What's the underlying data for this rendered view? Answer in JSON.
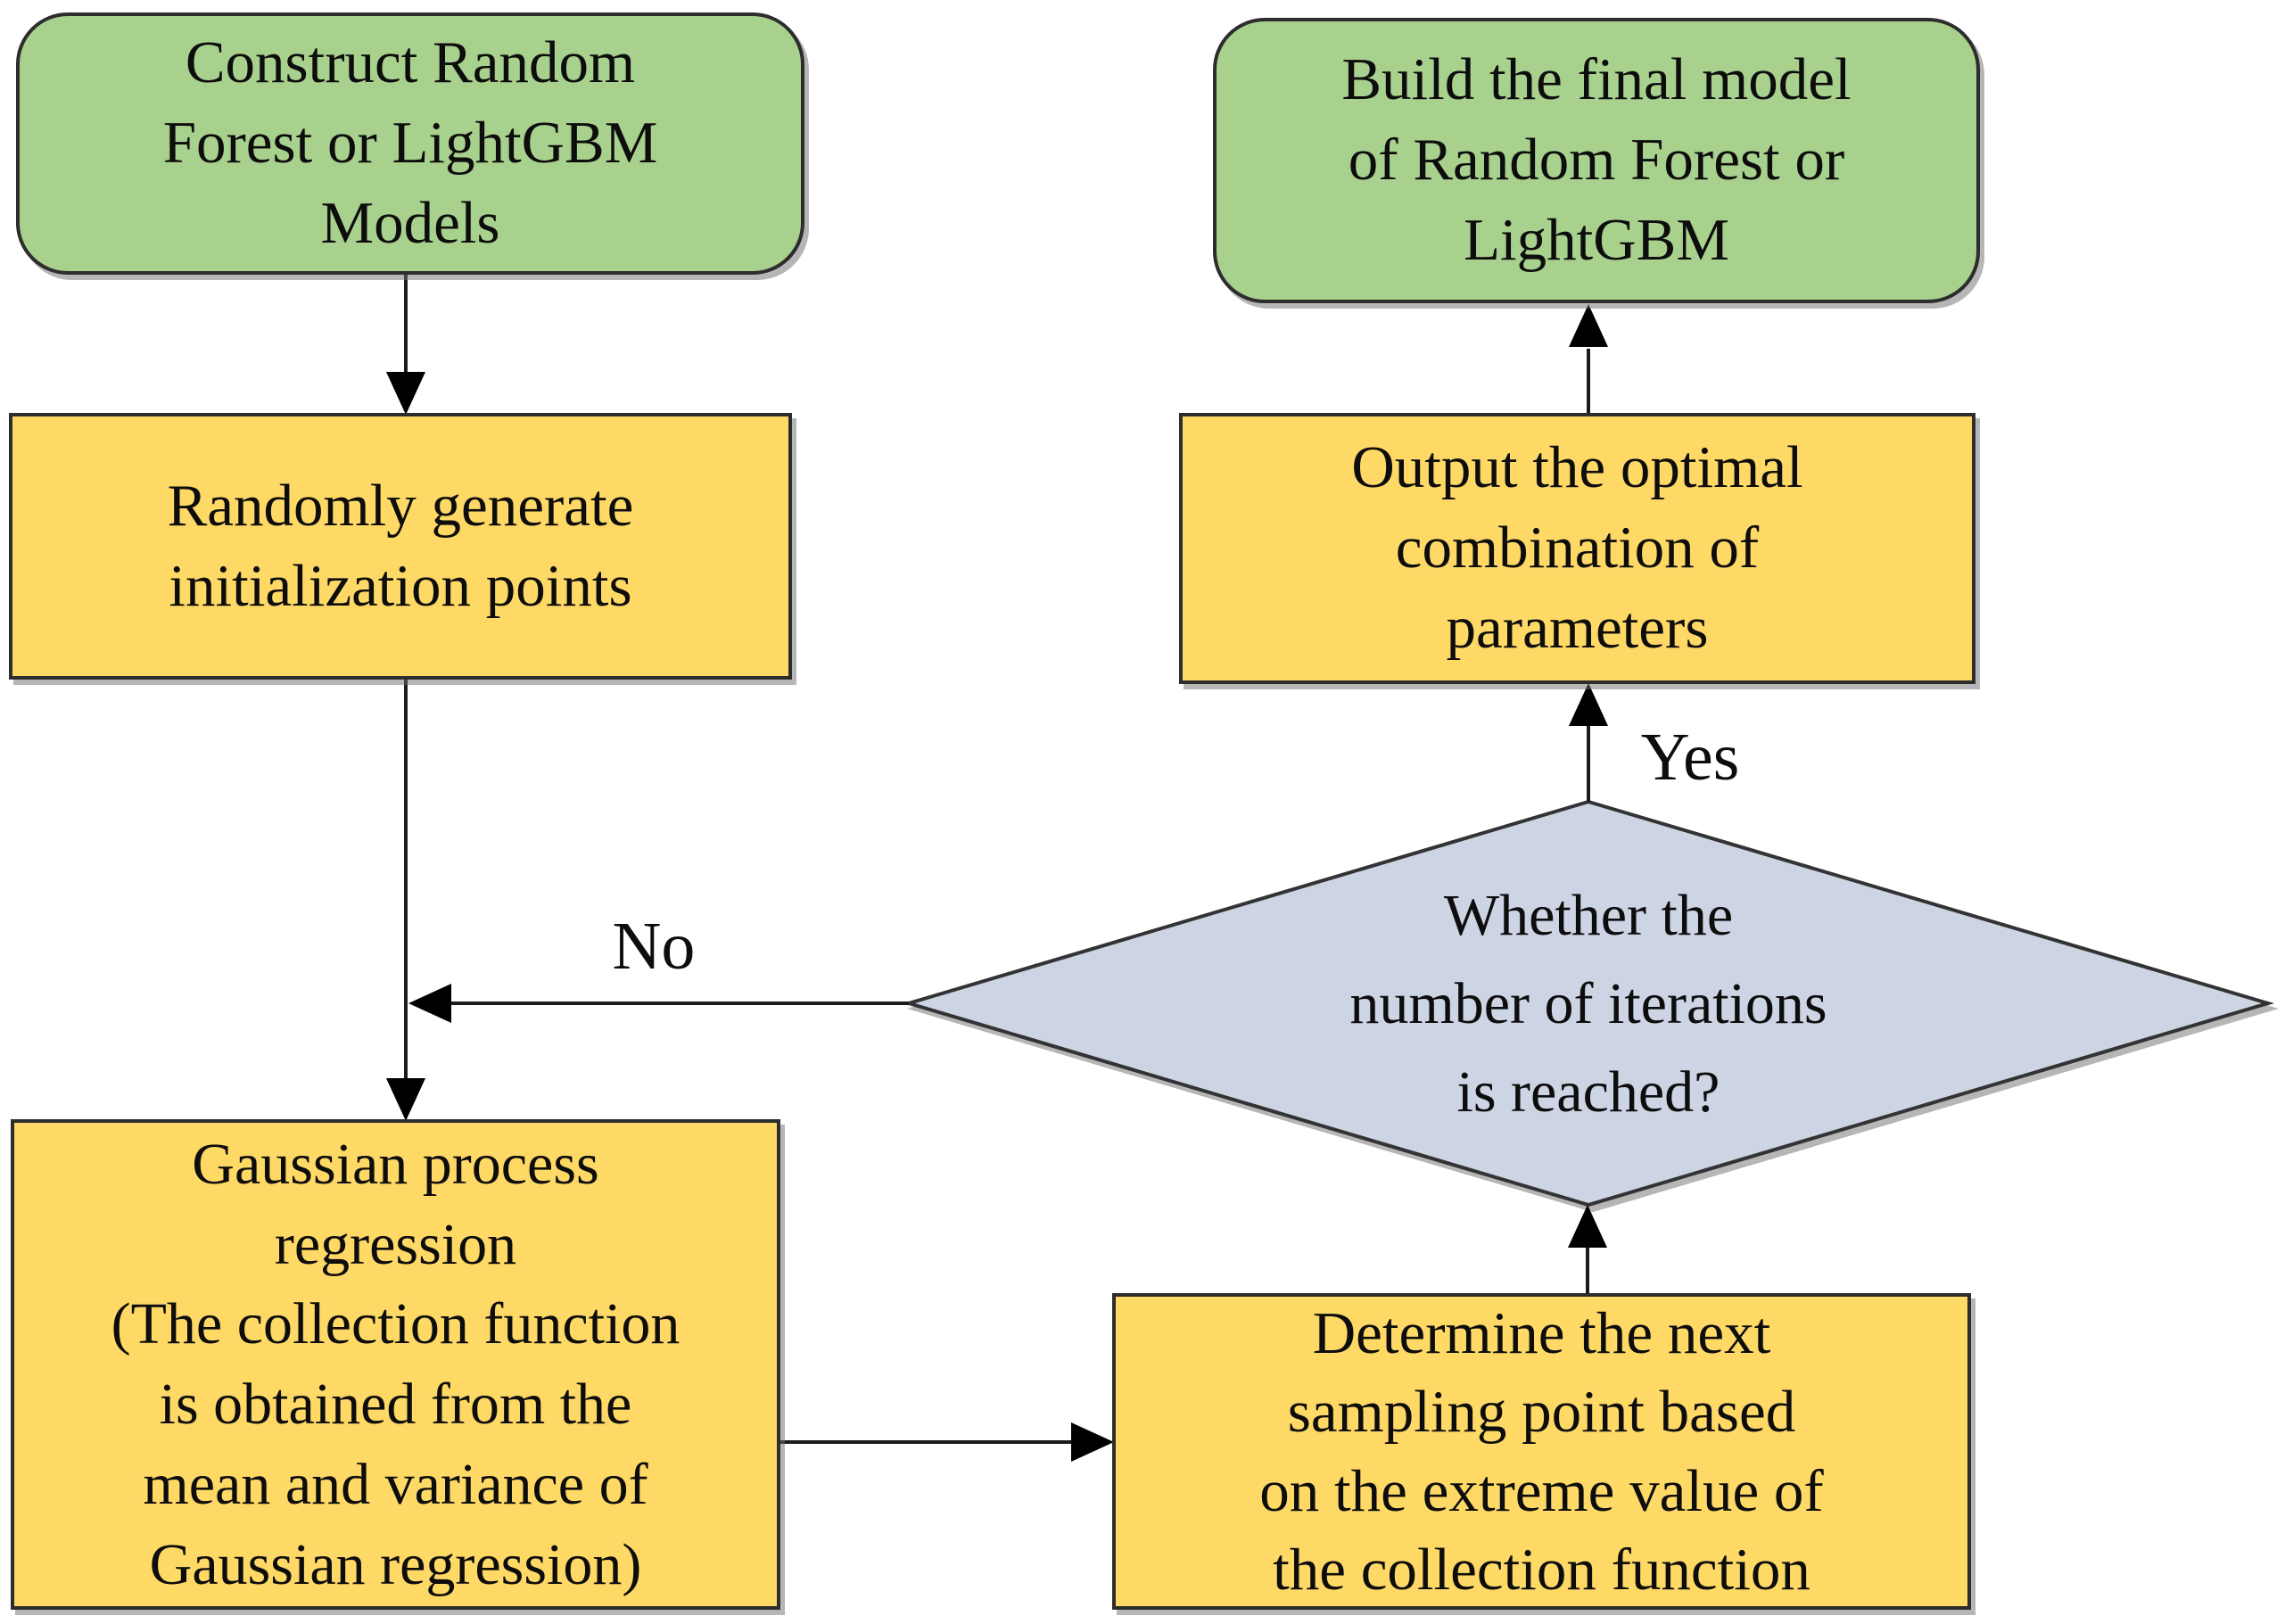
{
  "figure": {
    "kind": "flowchart"
  },
  "colors": {
    "green_fill": "#a9d18e",
    "yellow_fill": "#ffd966",
    "diamond_fill": "#cdd4e4",
    "border": "#2d2d2d",
    "arrow": "#1b1b1b",
    "text": "#0d0d0d"
  },
  "nodes": {
    "construct_models": {
      "shape": "rounded-rectangle",
      "fill": "green",
      "label": "Construct Random Forest or LightGBM Models",
      "lines": [
        "Construct Random",
        "Forest or LightGBM",
        "Models"
      ]
    },
    "random_init": {
      "shape": "rectangle",
      "fill": "yellow",
      "label": "Randomly generate initialization points",
      "lines": [
        "Randomly generate",
        "initialization points"
      ]
    },
    "gaussian_regression": {
      "shape": "rectangle",
      "fill": "yellow",
      "label": "Gaussian process regression (The collection function is obtained from the mean and variance of Gaussian regression)",
      "lines": [
        "Gaussian process",
        "regression",
        "(The collection function",
        "is obtained from the",
        "mean and variance of",
        "Gaussian regression)"
      ]
    },
    "determine_sampling": {
      "shape": "rectangle",
      "fill": "yellow",
      "label": "Determine the next sampling point based on the extreme value of the collection function",
      "lines": [
        "Determine the next",
        "sampling point based",
        "on the extreme value of",
        "the collection function"
      ]
    },
    "decision": {
      "shape": "diamond",
      "fill": "diamond",
      "label": "Whether the number of iterations is reached?",
      "lines": [
        "Whether the",
        "number of iterations",
        "is reached?"
      ]
    },
    "output_optimal": {
      "shape": "rectangle",
      "fill": "yellow",
      "label": "Output the optimal combination of parameters",
      "lines": [
        "Output the optimal",
        "combination of",
        "parameters"
      ]
    },
    "build_final": {
      "shape": "rounded-rectangle",
      "fill": "green",
      "label": "Build the final model of Random Forest or LightGBM",
      "lines": [
        "Build the final model",
        "of Random Forest or",
        "LightGBM"
      ]
    }
  },
  "edge_labels": {
    "yes": "Yes",
    "no": "No"
  }
}
